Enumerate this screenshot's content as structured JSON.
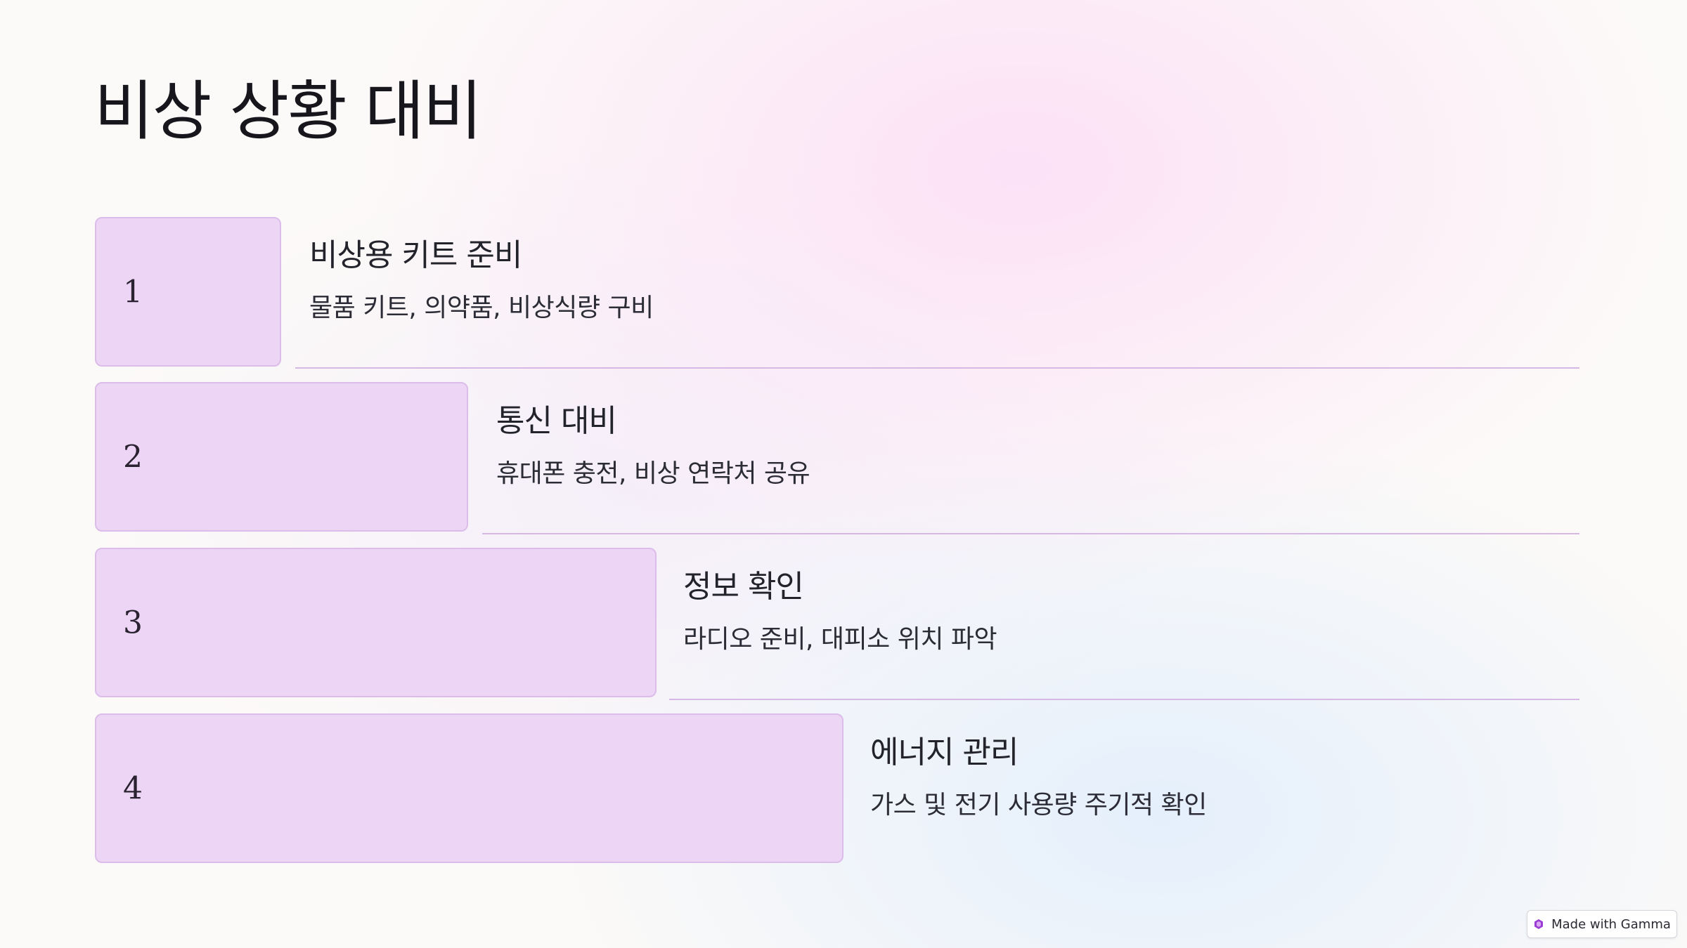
{
  "title": "비상 상황 대비",
  "steps": [
    {
      "number": "1",
      "title": "비상용 키트 준비",
      "description": "물품 키트, 의약품, 비상식량 구비"
    },
    {
      "number": "2",
      "title": "통신 대비",
      "description": "휴대폰 충전, 비상 연락처 공유"
    },
    {
      "number": "3",
      "title": "정보 확인",
      "description": "라디오 준비, 대피소 위치 파악"
    },
    {
      "number": "4",
      "title": "에너지 관리",
      "description": "가스 및 전기 사용량 주기적 확인"
    }
  ],
  "badge": {
    "label": "Made with Gamma",
    "icon": "gamma-logo-icon"
  },
  "colors": {
    "box_fill": "#edd5f6",
    "box_border": "#dcbde9",
    "divider": "#d6b8e4",
    "badge_icon": "#9b3bd6"
  }
}
